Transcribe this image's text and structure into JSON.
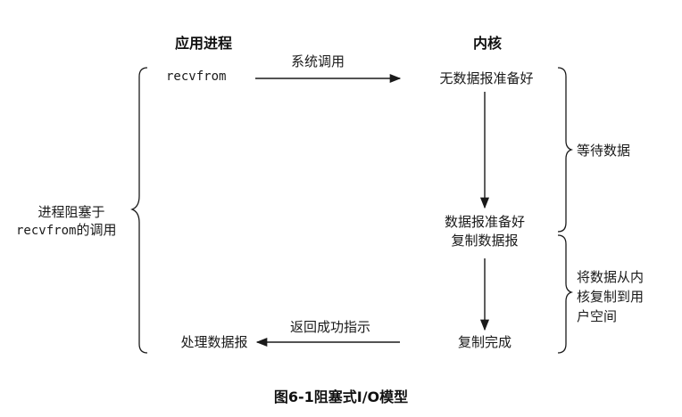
{
  "headers": {
    "app_process": "应用进程",
    "kernel": "内核"
  },
  "app_side": {
    "recvfrom": "recvfrom",
    "blocked_line1": "进程阻塞于",
    "blocked_line2_mono": "recvfrom",
    "blocked_line2_rest": "的调用",
    "process_data": "处理数据报"
  },
  "arrows": {
    "system_call": "系统调用",
    "return_success": "返回成功指示"
  },
  "kernel_side": {
    "no_data_ready": "无数据报准备好",
    "data_ready": "数据报准备好",
    "copy_datagram": "复制数据报",
    "copy_complete": "复制完成"
  },
  "phases": {
    "wait_for_data": "等待数据",
    "copy_line1": "将数据从内",
    "copy_line2": "核复制到用",
    "copy_line3": "户空间"
  },
  "caption": {
    "figure_number": "图6-1",
    "figure_title": "阻塞式I/O模型"
  }
}
